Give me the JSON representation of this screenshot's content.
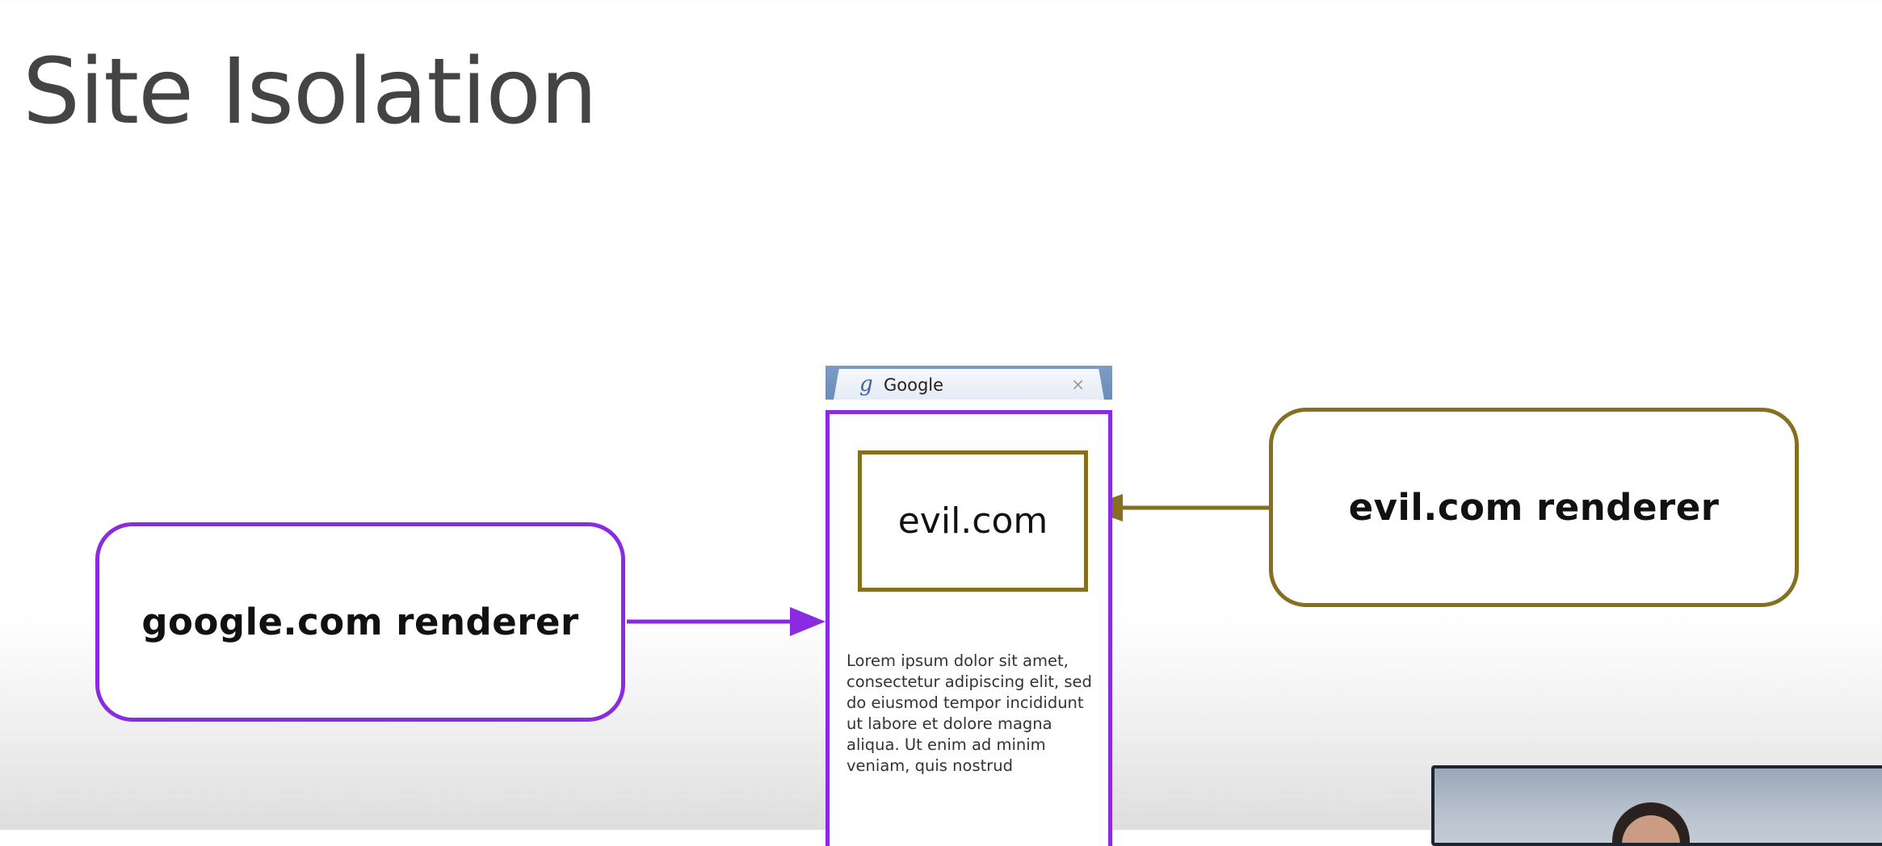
{
  "slide": {
    "title": "Site Isolation"
  },
  "diagram": {
    "google_renderer": {
      "label": "google.com renderer",
      "color": "#8a2be2"
    },
    "evil_renderer": {
      "label": "evil.com renderer",
      "color": "#857020"
    },
    "browser": {
      "tab_favicon": "g",
      "tab_title": "Google",
      "tab_close": "×",
      "iframe_label": "evil.com",
      "body_text": "Lorem ipsum dolor sit amet, consectetur adipiscing elit, sed do eiusmod tempor incididunt ut labore et dolore magna aliqua. Ut enim ad minim veniam, quis nostrud"
    },
    "edges": [
      {
        "from": "google.com renderer",
        "to": "browser page",
        "color": "#8a2be2"
      },
      {
        "from": "evil.com renderer",
        "to": "evil.com",
        "color": "#857020"
      }
    ]
  }
}
